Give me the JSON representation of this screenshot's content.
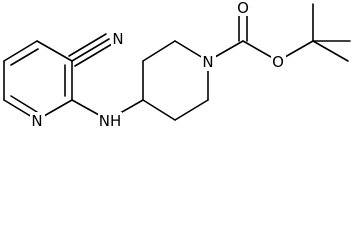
{
  "molecule": {
    "atoms": {
      "nitrile_n": "N",
      "pyridine_n": "N",
      "amine_nh": "NH",
      "piperidine_n": "N",
      "ester_o": "O",
      "carbonyl_o": "O"
    }
  }
}
